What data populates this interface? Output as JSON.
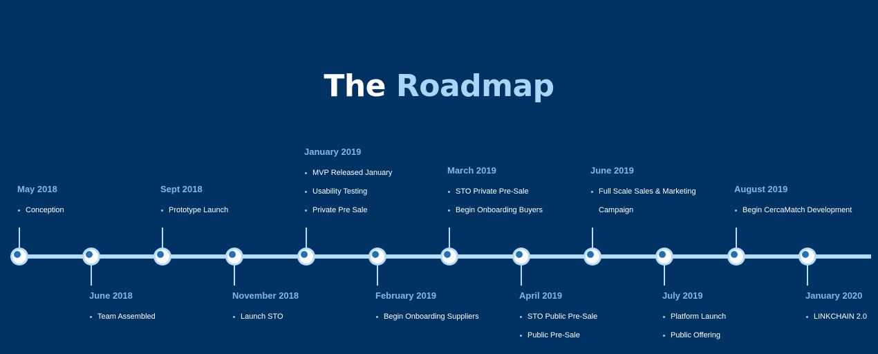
{
  "title": {
    "prefix": "The",
    "accent": "Roadmap"
  },
  "colors": {
    "background": "#003263",
    "accent": "#a9d6f7",
    "date": "#7fb8e6",
    "node": "#2470b8"
  },
  "milestones": [
    {
      "date": "May 2018",
      "position": "up",
      "items": [
        "Conception"
      ]
    },
    {
      "date": "June 2018",
      "position": "down",
      "items": [
        "Team Assembled"
      ]
    },
    {
      "date": "Sept 2018",
      "position": "up",
      "items": [
        "Prototype Launch"
      ]
    },
    {
      "date": "November 2018",
      "position": "down",
      "items": [
        "Launch STO"
      ]
    },
    {
      "date": "January 2019",
      "position": "up",
      "items": [
        "MVP Released January",
        "Usability Testing",
        "Private Pre Sale"
      ]
    },
    {
      "date": "February 2019",
      "position": "down",
      "items": [
        "Begin Onboarding Suppliers"
      ]
    },
    {
      "date": "March 2019",
      "position": "up",
      "items": [
        "STO Private Pre-Sale",
        "Begin Onboarding Buyers"
      ]
    },
    {
      "date": "April 2019",
      "position": "down",
      "items": [
        "STO Public Pre-Sale",
        "Public Pre-Sale"
      ]
    },
    {
      "date": "June 2019",
      "position": "up",
      "items": [
        "Full Scale Sales & Marketing",
        "Campaign"
      ],
      "continued": [
        false,
        true
      ]
    },
    {
      "date": "July 2019",
      "position": "down",
      "items": [
        "Platform Launch",
        "Public Offering"
      ]
    },
    {
      "date": "August 2019",
      "position": "up",
      "items": [
        "Begin CercaMatch Development"
      ]
    },
    {
      "date": "January 2020",
      "position": "down",
      "items": [
        "LINKCHAIN 2.0"
      ]
    }
  ]
}
